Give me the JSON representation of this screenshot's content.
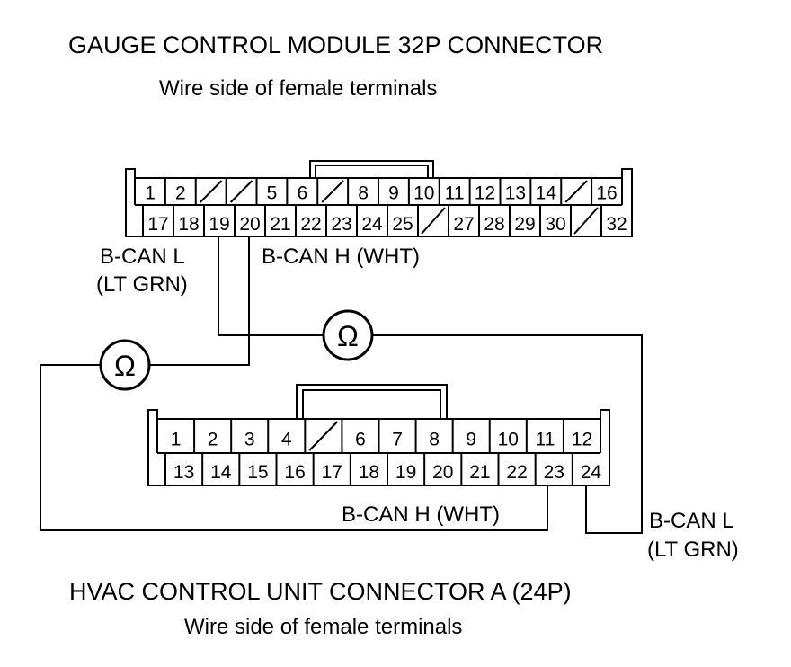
{
  "gauge": {
    "title": "GAUGE CONTROL MODULE 32P CONNECTOR",
    "subtitle": "Wire side of female terminals",
    "row1": [
      "1",
      "2",
      "",
      "",
      "5",
      "6",
      "",
      "8",
      "9",
      "10",
      "11",
      "12",
      "13",
      "14",
      "",
      "16"
    ],
    "row2": [
      "",
      "17",
      "18",
      "19",
      "20",
      "21",
      "22",
      "23",
      "24",
      "25",
      "",
      "27",
      "28",
      "29",
      "30",
      "",
      "32"
    ]
  },
  "hvac": {
    "title": "HVAC CONTROL UNIT CONNECTOR A (24P)",
    "subtitle": "Wire side of female terminals",
    "row1": [
      "1",
      "2",
      "3",
      "4",
      "",
      "6",
      "7",
      "8",
      "9",
      "10",
      "11",
      "12"
    ],
    "row2": [
      "",
      "13",
      "14",
      "15",
      "16",
      "17",
      "18",
      "19",
      "20",
      "21",
      "22",
      "23",
      "24"
    ]
  },
  "labels": {
    "gauge_bcan_l": [
      "B-CAN L",
      "(LT GRN)"
    ],
    "gauge_bcan_h": "B-CAN H (WHT)",
    "hvac_bcan_h": "B-CAN H (WHT)",
    "hvac_bcan_l": [
      "B-CAN L",
      "(LT GRN)"
    ]
  },
  "meter_symbol": "Ω",
  "icons": [
    "ohmmeter-icon",
    "ohmmeter-icon"
  ]
}
